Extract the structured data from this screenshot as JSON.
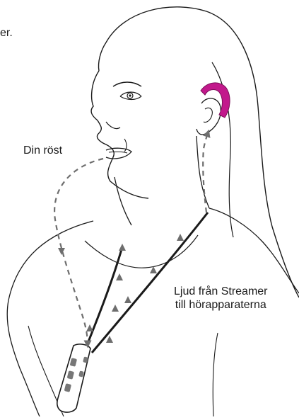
{
  "labels": {
    "truncated_edge_text": "er.",
    "voice": "Din röst",
    "sound_line1": "Ljud från Streamer",
    "sound_line2": "till hörapparaterna"
  },
  "colors": {
    "line": "#1a1a1a",
    "arrow": "#6e6e6e",
    "hearing_aid": "#c2188c",
    "background": "#ffffff"
  },
  "icons": {
    "hearing_aid": "hearing-aid-icon",
    "streamer": "streamer-device-icon"
  }
}
